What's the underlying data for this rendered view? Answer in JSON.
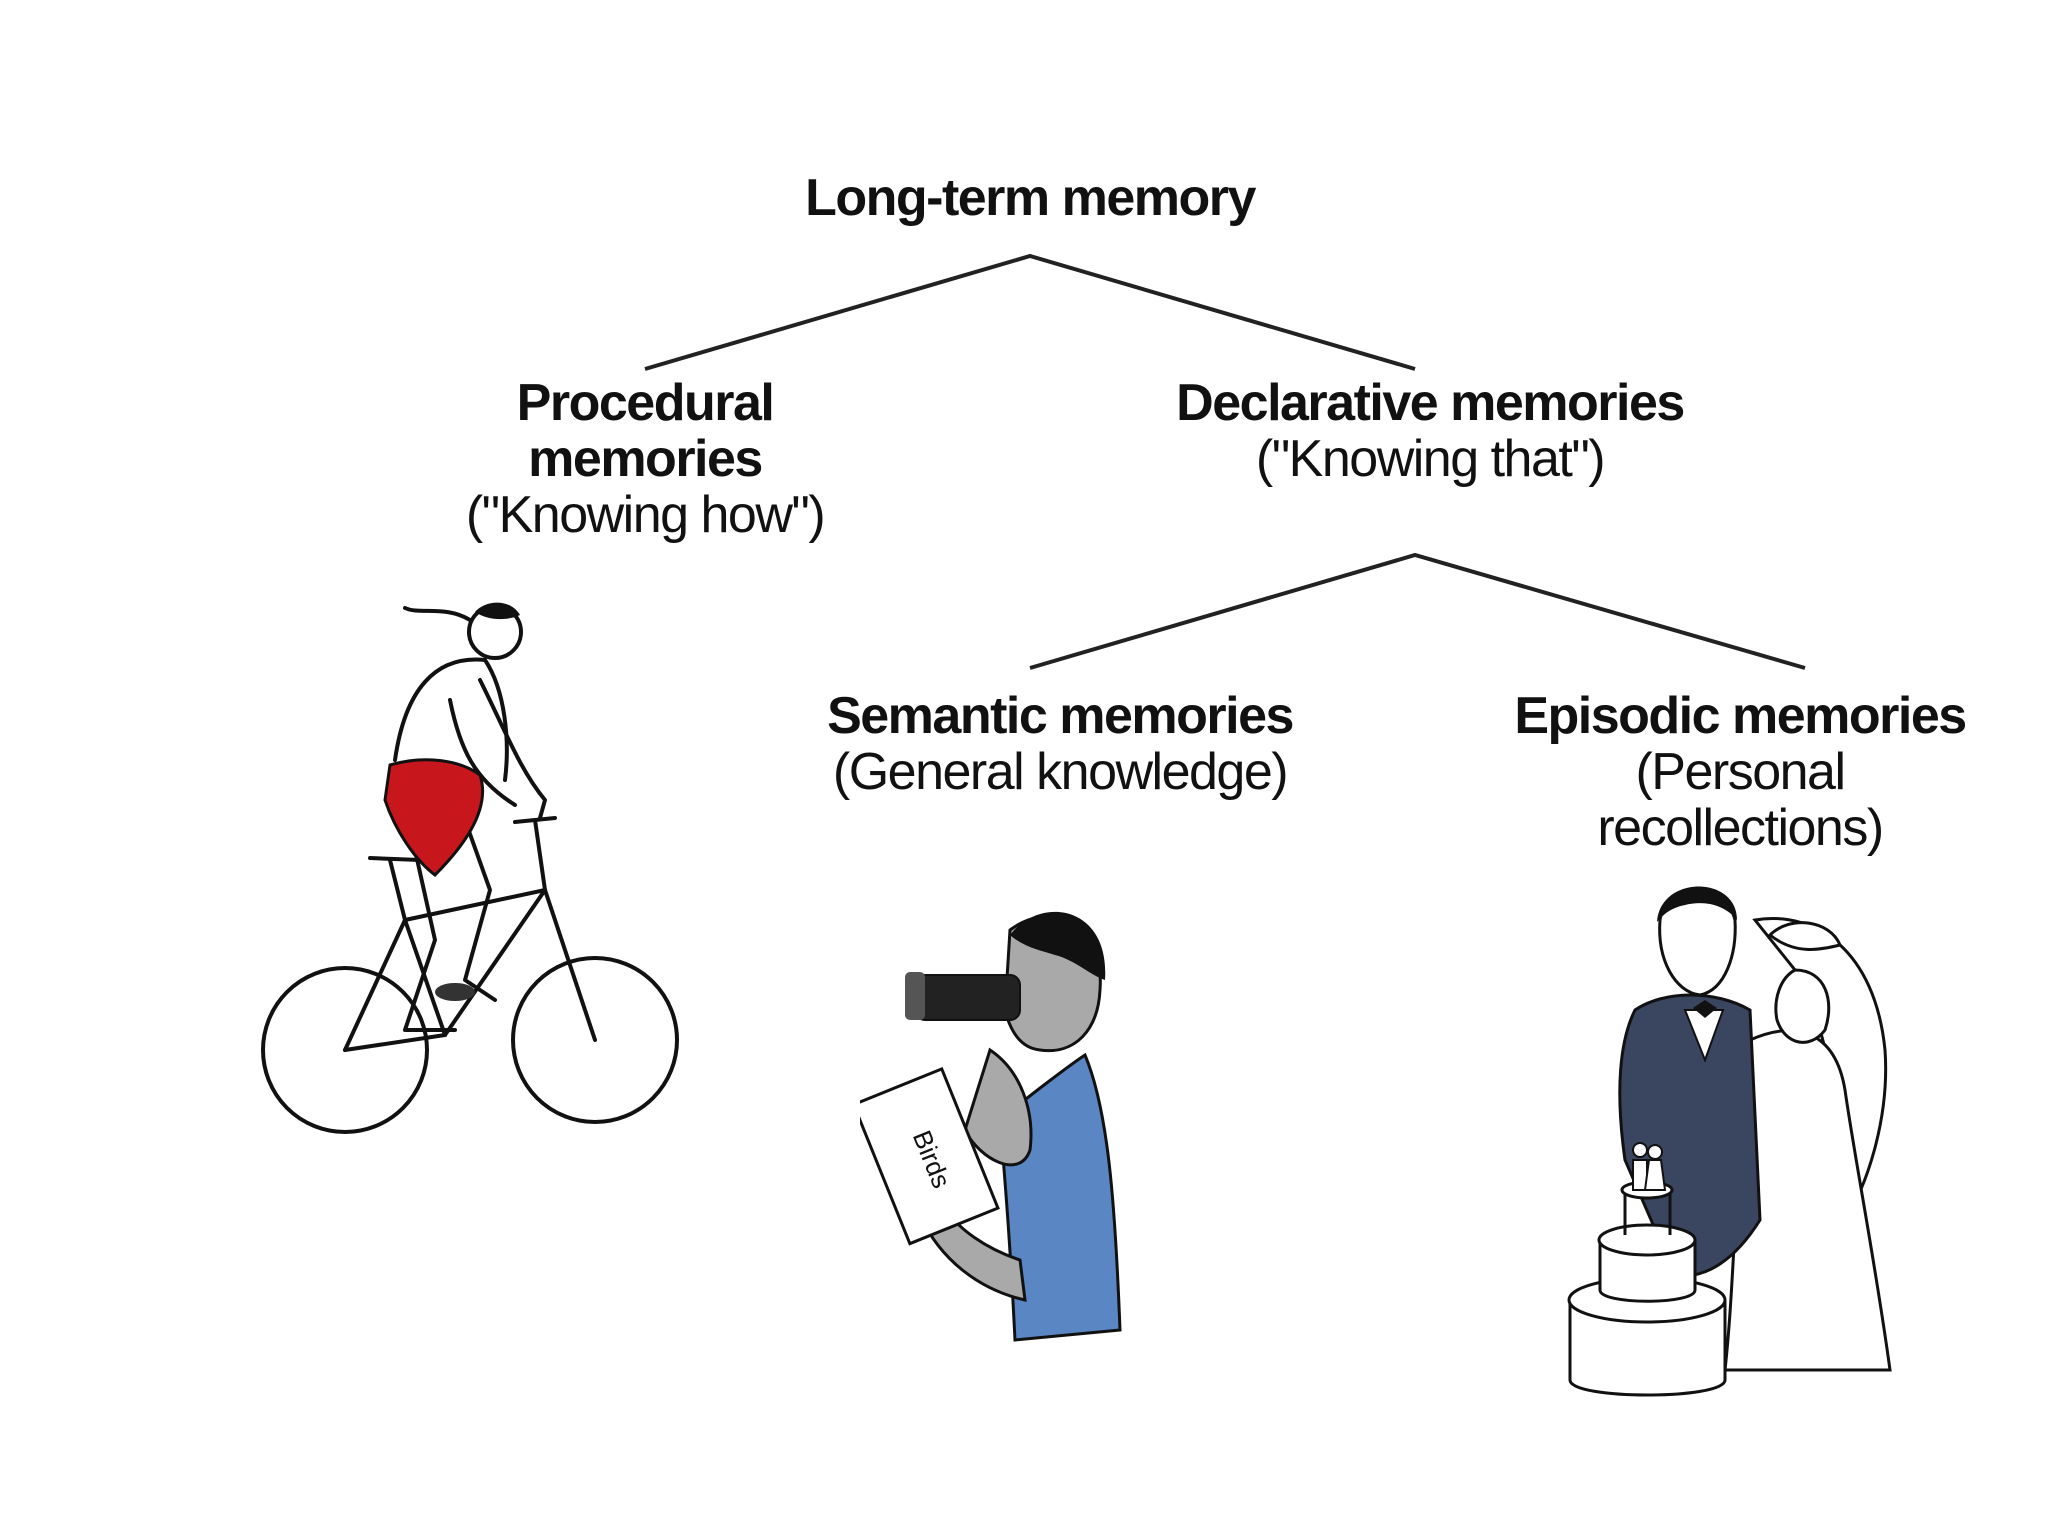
{
  "root": {
    "label": "Long-term memory"
  },
  "procedural": {
    "label_line1": "Procedural",
    "label_line2": "memories",
    "sub": "(\"Knowing how\")"
  },
  "declarative": {
    "label": "Declarative memories",
    "sub": "(\"Knowing that\")"
  },
  "semantic": {
    "label": "Semantic memories",
    "sub": "(General knowledge)"
  },
  "episodic": {
    "label": "Episodic memories",
    "sub_line1": "(Personal",
    "sub_line2": "recollections)"
  },
  "illustrations": {
    "cyclist": "cyclist-icon",
    "birdwatcher": "birdwatcher-icon",
    "book_text": "Birds",
    "wedding": "wedding-couple-icon"
  },
  "colors": {
    "line": "#222222",
    "shorts_red": "#c8161d",
    "shirt_blue": "#5b86c4",
    "suit_navy": "#3a4560",
    "skin_gray": "#a9a9a9"
  }
}
